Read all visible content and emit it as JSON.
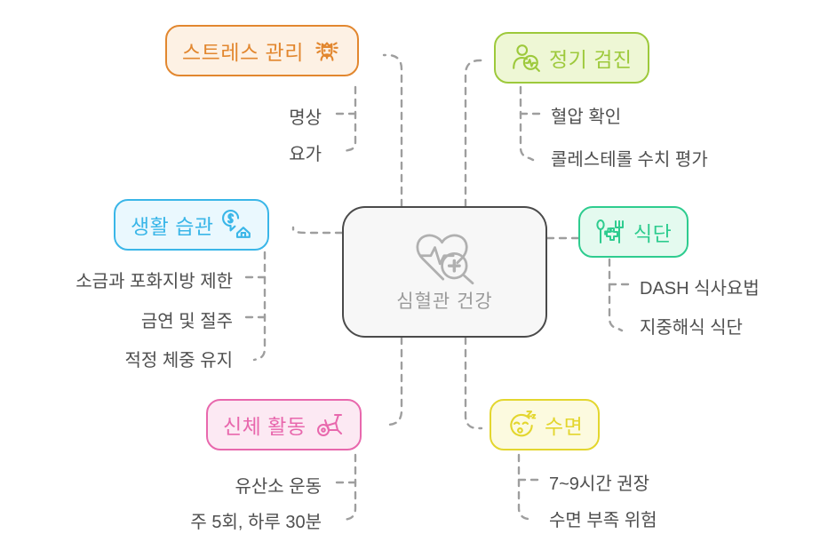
{
  "diagram": {
    "type": "mindmap",
    "title": "심혈관 건강",
    "background": "#ffffff"
  },
  "center": {
    "label": "심혈관 건강",
    "icon": "heart-pulse-magnifier-icon",
    "border_color": "#4a4a4a",
    "fill_color": "#f7f7f7",
    "text_color": "#9a9a9a"
  },
  "branches": [
    {
      "id": "stress",
      "label": "스트레스 관리",
      "icon": "stressed-face-icon",
      "border_color": "#e2872f",
      "fill_color": "#fdf1e4",
      "text_color": "#e2872f",
      "leaves": [
        "명상",
        "요가"
      ]
    },
    {
      "id": "checkup",
      "label": "정기 검진",
      "icon": "person-health-scan-icon",
      "border_color": "#9dc93b",
      "fill_color": "#eef7d5",
      "text_color": "#9dc93b",
      "leaves": [
        "혈압 확인",
        "콜레스테롤 수치 평가"
      ]
    },
    {
      "id": "lifestyle",
      "label": "생활 습관",
      "icon": "money-house-icon",
      "border_color": "#3ab6e8",
      "fill_color": "#eaf8fe",
      "text_color": "#3ab6e8",
      "leaves": [
        "소금과 포화지방 제한",
        "금연 및 절주",
        "적정 체중 유지"
      ]
    },
    {
      "id": "diet",
      "label": "식단",
      "icon": "spoon-fork-cross-icon",
      "border_color": "#2ecc8f",
      "fill_color": "#e4faef",
      "text_color": "#2ecc8f",
      "leaves": [
        "DASH 식사요법",
        "지중해식 식단"
      ]
    },
    {
      "id": "activity",
      "label": "신체 활동",
      "icon": "exercise-bike-icon",
      "border_color": "#e868ad",
      "fill_color": "#fce9f3",
      "text_color": "#e868ad",
      "leaves": [
        "유산소 운동",
        "주 5회, 하루 30분"
      ]
    },
    {
      "id": "sleep",
      "label": "수면",
      "icon": "sleeping-face-icon",
      "border_color": "#e3d62e",
      "fill_color": "#fcfadf",
      "text_color": "#e3d62e",
      "leaves": [
        "7~9시간 권장",
        "수면 부족 위험"
      ]
    }
  ],
  "connectors": {
    "color": "#9e9e9e",
    "style": "dashed"
  }
}
